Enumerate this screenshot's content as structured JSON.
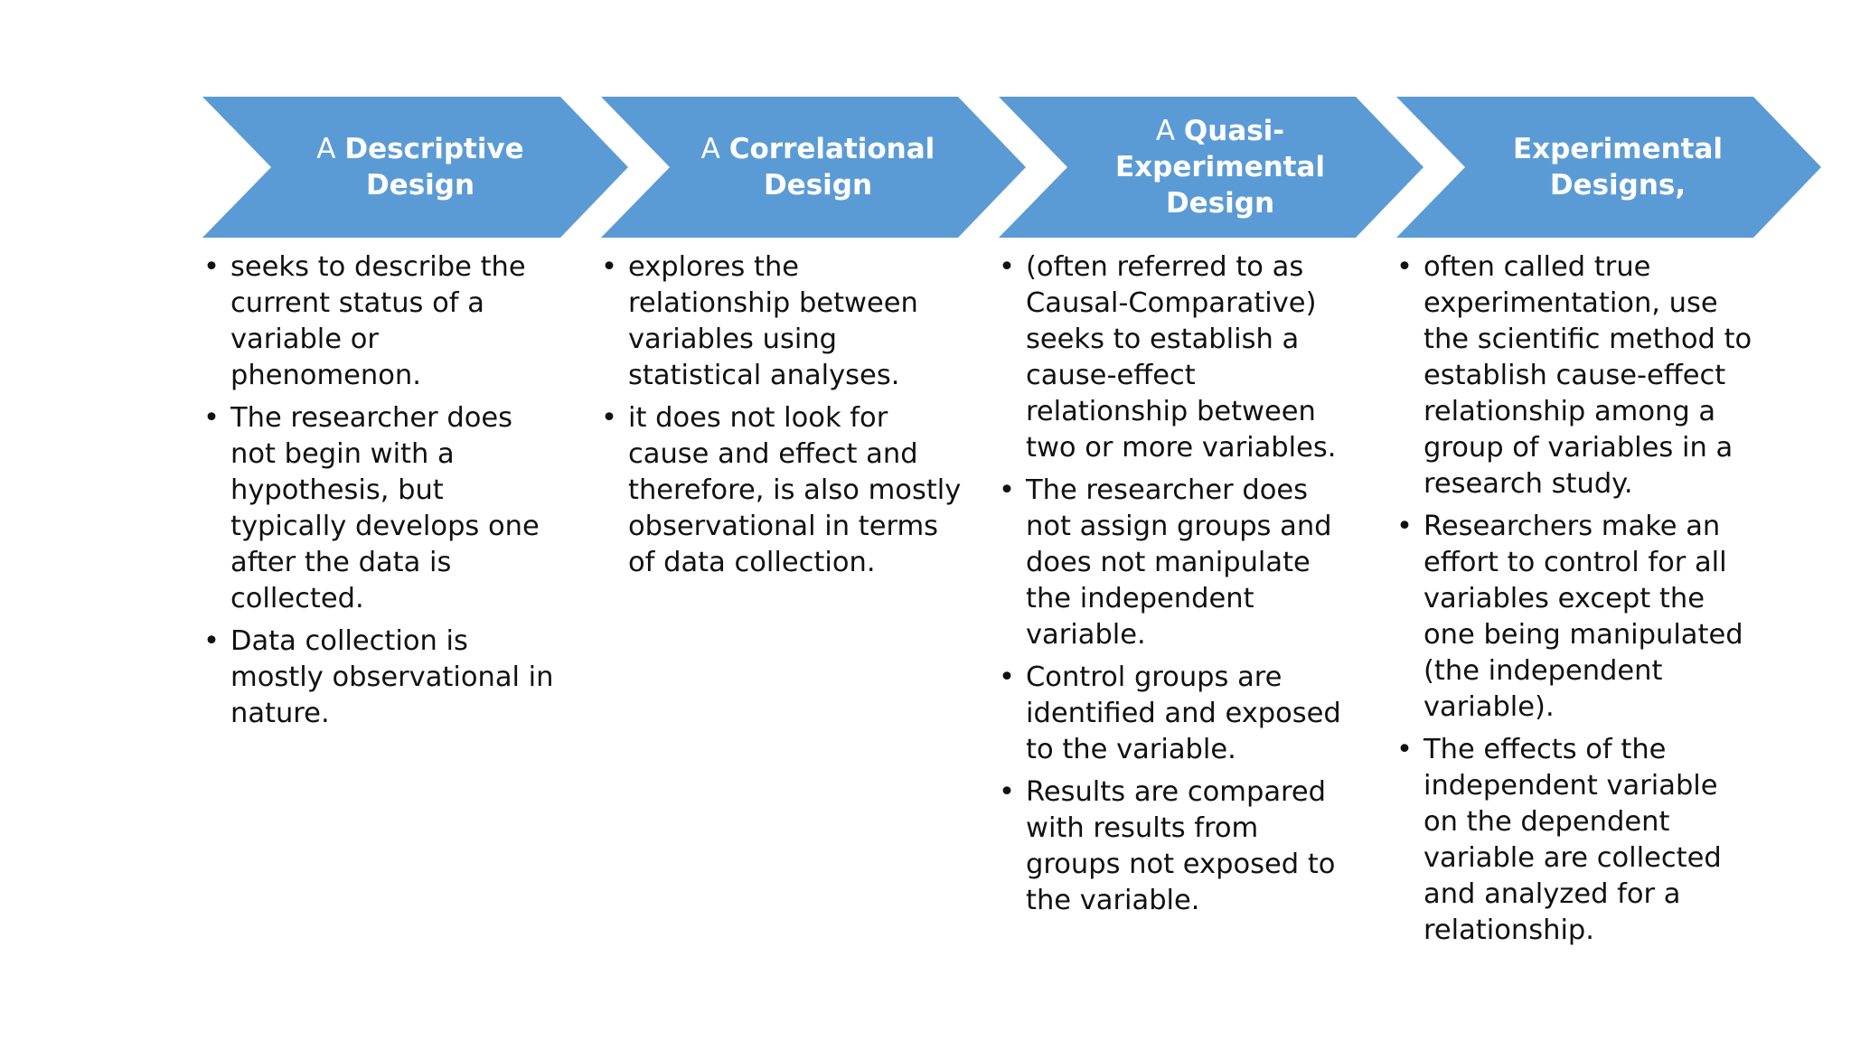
{
  "colors": {
    "chevron_fill": "#5B9BD5",
    "chevron_text": "#ffffff",
    "body_text": "#111111"
  },
  "stages": [
    {
      "prefix": "A",
      "title": "Descriptive Design",
      "bullets": [
        "seeks to describe the current status of a variable or phenomenon.",
        "The researcher does not begin with a hypothesis, but typically develops one after the data is collected.",
        "Data collection is mostly observational in nature."
      ]
    },
    {
      "prefix": "A",
      "title": "Correlational Design",
      "bullets": [
        "explores the relationship between variables using statistical analyses.",
        "it does not look for cause and effect and therefore, is also mostly observational in terms of data collection."
      ]
    },
    {
      "prefix": "A",
      "title": "Quasi-Experimental Design",
      "bullets": [
        "(often referred to as Causal-Comparative) seeks to establish a cause-effect relationship between two or more variables.",
        "The researcher does not assign groups and does not manipulate the independent variable.",
        "Control groups are identified and exposed to the variable.",
        "Results are compared with results from groups not exposed to the variable."
      ]
    },
    {
      "prefix": "",
      "title": "Experimental Designs,",
      "bullets": [
        "often called true experimentation, use the scientific method to establish cause-effect relationship among a group of variables in a research study.",
        "Researchers make an effort to control for all variables except the one being manipulated (the independent variable).",
        "The effects of the independent variable on the dependent variable are collected and analyzed for a relationship."
      ]
    }
  ]
}
